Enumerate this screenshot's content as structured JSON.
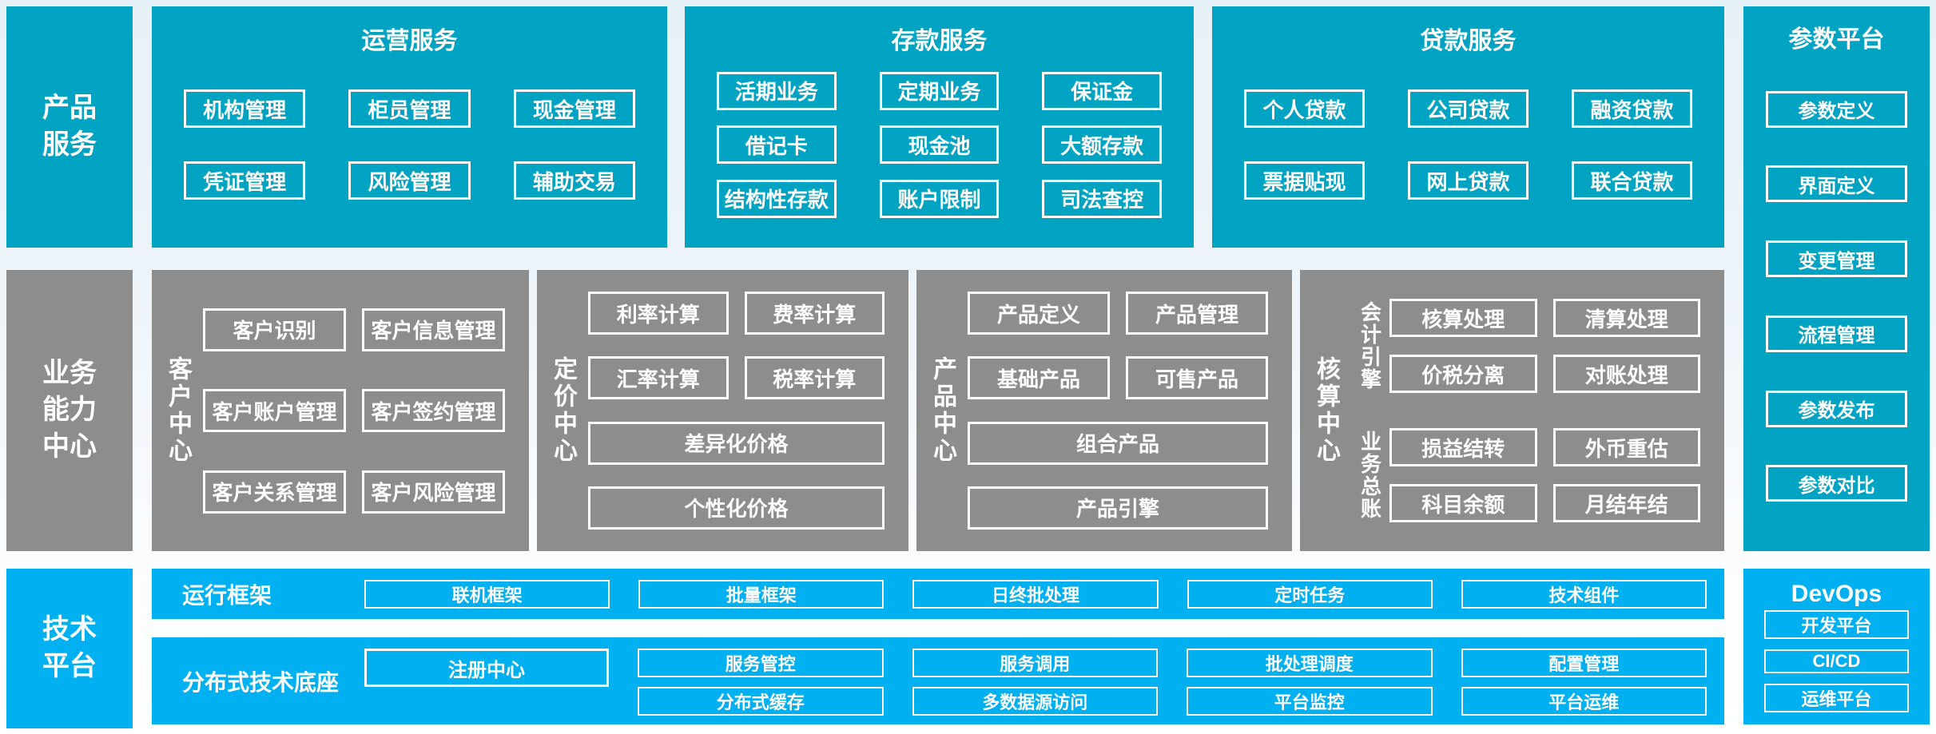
{
  "colors": {
    "teal": "#01a3c2",
    "gray": "#8d8d8d",
    "blue": "#00b0f0",
    "button_border": "#ffffff",
    "text": "#ffffff"
  },
  "left_rail": [
    {
      "label": "产品服务"
    },
    {
      "label": "业务能力中心"
    },
    {
      "label": "技术平台"
    }
  ],
  "product_row": [
    {
      "title": "运营服务",
      "items": [
        "机构管理",
        "柜员管理",
        "现金管理",
        "凭证管理",
        "风险管理",
        "辅助交易"
      ]
    },
    {
      "title": "存款服务",
      "items": [
        "活期业务",
        "定期业务",
        "保证金",
        "借记卡",
        "现金池",
        "大额存款",
        "结构性存款",
        "账户限制",
        "司法查控"
      ]
    },
    {
      "title": "贷款服务",
      "items": [
        "个人贷款",
        "公司贷款",
        "融资贷款",
        "票据贴现",
        "网上贷款",
        "联合贷款"
      ]
    }
  ],
  "param_platform": {
    "title": "参数平台",
    "items": [
      "参数定义",
      "界面定义",
      "变更管理",
      "流程管理",
      "参数发布",
      "参数对比"
    ]
  },
  "capability_row": [
    {
      "label": "客户中心",
      "items": [
        "客户识别",
        "客户信息管理",
        "客户账户管理",
        "客户签约管理",
        "客户关系管理",
        "客户风险管理"
      ]
    },
    {
      "label": "定价中心",
      "items": [
        "利率计算",
        "费率计算",
        "汇率计算",
        "税率计算",
        "差异化价格",
        "个性化价格"
      ]
    },
    {
      "label": "产品中心",
      "items": [
        "产品定义",
        "产品管理",
        "基础产品",
        "可售产品",
        "组合产品",
        "产品引擎"
      ]
    },
    {
      "label": "核算中心",
      "groups": [
        {
          "sublabel": "会计引擎",
          "items": [
            "核算处理",
            "清算处理",
            "价税分离",
            "对账处理"
          ]
        },
        {
          "sublabel": "业务总账",
          "items": [
            "损益结转",
            "外币重估",
            "科目余额",
            "月结年结"
          ]
        }
      ]
    }
  ],
  "runtime_framework": {
    "label": "运行框架",
    "items": [
      "联机框架",
      "批量框架",
      "日终批处理",
      "定时任务",
      "技术组件"
    ]
  },
  "distributed_base": {
    "label": "分布式技术底座",
    "registry": "注册中心",
    "columns": [
      [
        "服务管控",
        "分布式缓存"
      ],
      [
        "服务调用",
        "多数据源访问"
      ],
      [
        "批处理调度",
        "平台监控"
      ],
      [
        "配置管理",
        "平台运维"
      ]
    ]
  },
  "devops": {
    "title": "DevOps",
    "items": [
      "开发平台",
      "CI/CD",
      "运维平台"
    ]
  }
}
